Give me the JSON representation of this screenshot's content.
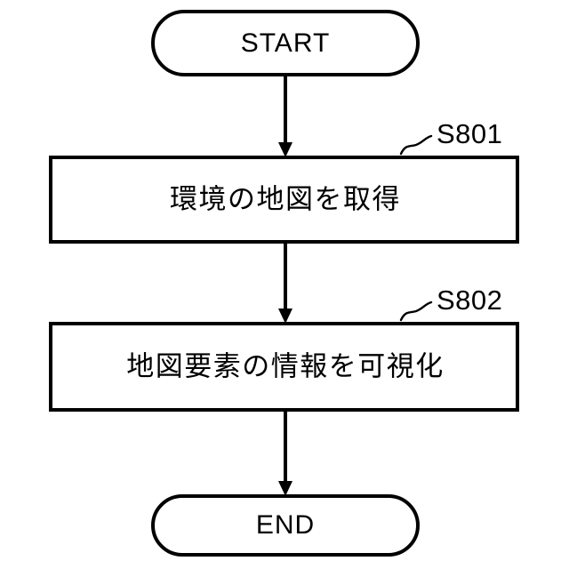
{
  "diagram": {
    "type": "flowchart",
    "orientation": "vertical",
    "background_color": "#ffffff",
    "line_color": "#000000",
    "nodes": [
      {
        "id": "start",
        "kind": "terminator",
        "label": "START"
      },
      {
        "id": "s801",
        "kind": "process",
        "label": "環境の地図を取得",
        "reference": "S801"
      },
      {
        "id": "s802",
        "kind": "process",
        "label": "地図要素の情報を可視化",
        "reference": "S802"
      },
      {
        "id": "end",
        "kind": "terminator",
        "label": "END"
      }
    ],
    "connectors": [
      {
        "id": "start-to-s801",
        "from": "start",
        "to": "s801",
        "arrow": "down"
      },
      {
        "id": "s801-to-s802",
        "from": "s801",
        "to": "s802",
        "arrow": "down"
      },
      {
        "id": "s802-to-end",
        "from": "s802",
        "to": "end",
        "arrow": "down"
      }
    ]
  }
}
